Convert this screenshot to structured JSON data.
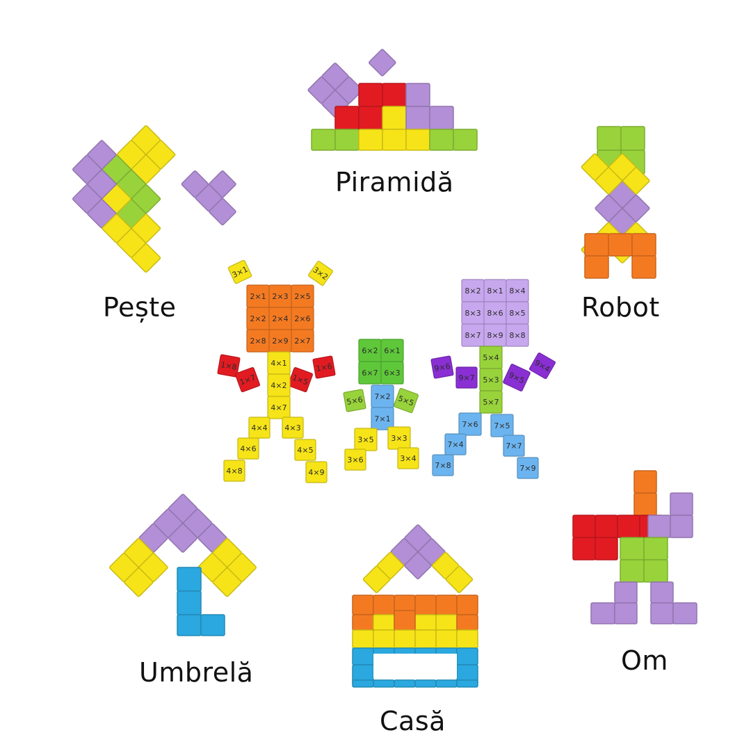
{
  "colors": {
    "orange": "#f47a22",
    "red": "#e21b22",
    "yellow": "#f6e418",
    "purple": "#b28fd6",
    "green": "#98d33b",
    "blue": "#2aa8df",
    "lightblue": "#6cb4ef",
    "lightpurple": "#c7a8ee",
    "violet": "#8a2fd3",
    "brightgreen": "#5ec83a"
  },
  "captions": {
    "piramida": "Piramidă",
    "peste": "Pește",
    "robot": "Robot",
    "umbrela": "Umbrelă",
    "casa": "Casă",
    "om": "Om"
  },
  "figures": {
    "left_person": {
      "head": [
        "2×1",
        "2×3",
        "2×5",
        "2×2",
        "2×4",
        "2×6",
        "2×8",
        "2×9",
        "2×7"
      ],
      "antennae": [
        "3×1",
        "3×2"
      ],
      "arms": [
        "1×8",
        "1×7",
        "1×5",
        "1×6"
      ],
      "body": [
        "4×1",
        "4×2",
        "4×7"
      ],
      "legs": [
        "4×4",
        "4×3",
        "4×6",
        "4×5",
        "4×8",
        "4×9"
      ]
    },
    "middle_person": {
      "head": [
        "6×2",
        "6×1",
        "6×7",
        "6×3"
      ],
      "hands": [
        "5×6",
        "5×5"
      ],
      "body": [
        "7×2",
        "7×1"
      ],
      "legs": [
        "3×5",
        "3×3",
        "3×6",
        "3×4"
      ]
    },
    "right_person": {
      "head": [
        "8×2",
        "8×1",
        "8×4",
        "8×3",
        "8×6",
        "8×5",
        "8×7",
        "8×9",
        "8×8"
      ],
      "arms": [
        "9×6",
        "9×7",
        "9×5",
        "9×4"
      ],
      "body": [
        "5×4",
        "5×3",
        "5×7"
      ],
      "legs": [
        "7×6",
        "7×5",
        "7×4",
        "7×7",
        "7×8",
        "7×9"
      ]
    }
  }
}
